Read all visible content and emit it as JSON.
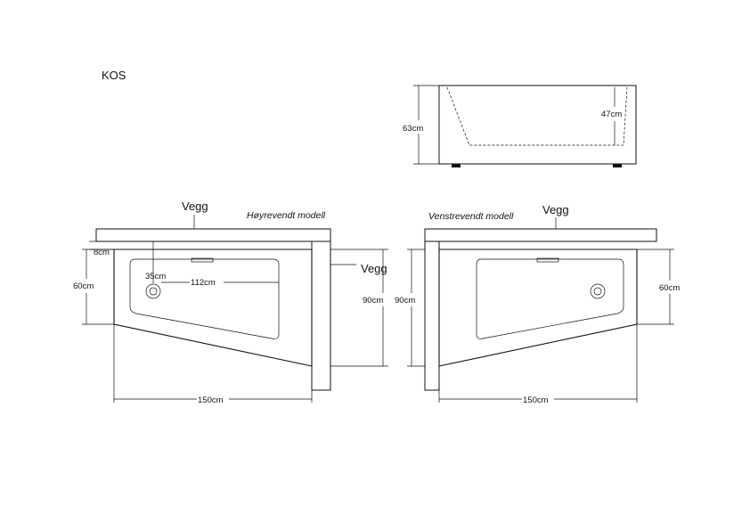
{
  "title": "KOS",
  "side_view": {
    "height_total": "63cm",
    "height_inner": "47cm"
  },
  "right_model": {
    "name": "Høyrevendt modell",
    "wall_top": "Vegg",
    "wall_side": "Vegg",
    "dim_8": "8cm",
    "dim_35": "35cm",
    "dim_112": "112cm",
    "dim_60": "60cm",
    "dim_90": "90cm",
    "dim_150": "150cm"
  },
  "left_model": {
    "name": "Venstrevendt modell",
    "wall_top": "Vegg",
    "dim_90": "90cm",
    "dim_60": "60cm",
    "dim_150": "150cm"
  }
}
